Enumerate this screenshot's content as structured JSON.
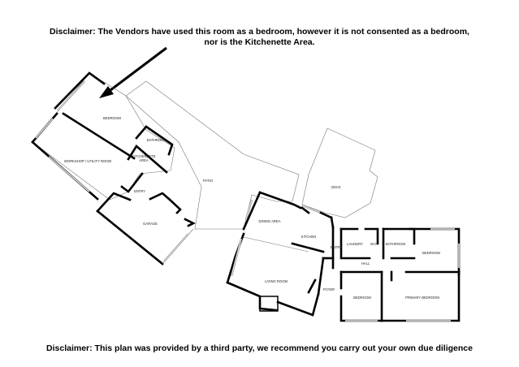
{
  "disclaimer_top": {
    "line1": "Disclaimer: The Vendors have used this room as a bedroom, however it is not consented as a bedroom,",
    "line2": "nor is the Kitchenette Area."
  },
  "disclaimer_bottom": "Disclaimer: This plan was provided by a third party, we recommend you carry out your own due diligence",
  "rooms": {
    "bedroom_annex": "BEDROOM",
    "bathroom_annex": "BATHROOM",
    "kitchenette": "KITCHENETTE",
    "kitchenette_area": "AREA",
    "workshop": "WORKSHOP / UTILITY ROOM",
    "entry_annex": "ENTRY",
    "garage": "GARAGE",
    "patio": "PATIO",
    "deck": "DECK",
    "dining": "DINING AREA",
    "kitchen": "KITCHEN",
    "entry": "ENTRY",
    "laundry": "LAUNDRY",
    "wc": "W.C",
    "bathroom": "BATHROOM",
    "bedroom_right": "BEDROOM",
    "hall": "HALL",
    "living": "LIVING ROOM",
    "foyer": "FOYER",
    "bedroom_bottom": "BEDROOM",
    "primary_bedroom": "PRIMARY BEDROOM"
  },
  "colors": {
    "wall": "#000000",
    "outline": "#777777",
    "window": "#888888",
    "text": "#000000"
  },
  "icons": {
    "arrow": "arrow-pointer-icon"
  }
}
